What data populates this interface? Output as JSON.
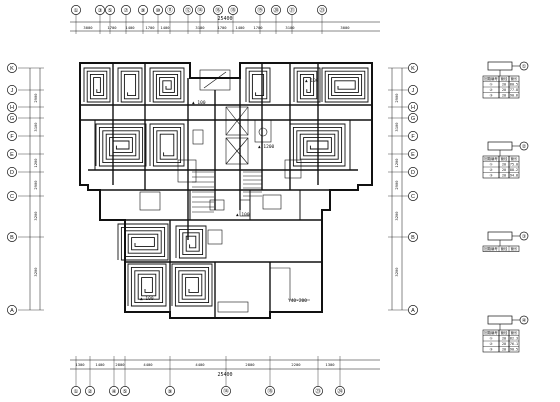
{
  "plan": {
    "top_total": "25400",
    "bottom_total": "25400",
    "top_axes": [
      "①",
      "③",
      "⑤",
      "⑦",
      "⑨",
      "⑩",
      "⑪",
      "⑫",
      "⑭",
      "⑯",
      "⑱",
      "⑲",
      "⑳",
      "㉑",
      "㉓"
    ],
    "bottom_axes": [
      "①",
      "②",
      "④",
      "⑤",
      "⑨",
      "⑭",
      "⑱",
      "㉓",
      "㉔"
    ],
    "row_axes": [
      "K",
      "J",
      "H",
      "G",
      "F",
      "E",
      "D",
      "C",
      "B",
      "A"
    ],
    "top_dims": [
      "3000",
      "1700",
      "1400",
      "1700",
      "1400",
      "3100",
      "1700",
      "1400",
      "1700",
      "3100",
      "3000"
    ],
    "bottom_dims": [
      "1300",
      "1400",
      "2800",
      "4400",
      "4400",
      "2800",
      "2200",
      "1300"
    ],
    "left_dims": [
      "2900",
      "3100",
      "1200",
      "2900",
      "3200",
      "3200"
    ],
    "right_dims": [
      "2900",
      "3100",
      "1200",
      "2900",
      "3200",
      "3200"
    ],
    "room_labels": [
      {
        "id": "r1",
        "text": "▲ 100"
      },
      {
        "id": "r2",
        "text": "▲ 100"
      },
      {
        "id": "r3",
        "text": "▲ 100"
      },
      {
        "id": "r4",
        "text": "▲ 100"
      },
      {
        "id": "r5",
        "text": "▲ 1200"
      },
      {
        "id": "r6",
        "text": "Y40-200"
      }
    ]
  },
  "legends": [
    {
      "number": "①",
      "headers": [
        "回路编号",
        "管径",
        "管长"
      ],
      "rows": [
        [
          "①",
          "20",
          "80.5"
        ],
        [
          "②",
          "20",
          "77.8"
        ],
        [
          "③",
          "20",
          "90.6"
        ]
      ]
    },
    {
      "number": "②",
      "headers": [
        "回路编号",
        "管径",
        "管长"
      ],
      "rows": [
        [
          "①",
          "20",
          "75.0"
        ],
        [
          "②",
          "20",
          "88.2"
        ],
        [
          "③",
          "20",
          "94.8"
        ]
      ]
    },
    {
      "number": "③",
      "headers": [
        "回路编号",
        "管径",
        "管长"
      ],
      "rows": []
    },
    {
      "number": "④",
      "headers": [
        "回路编号",
        "管径",
        "管长"
      ],
      "rows": [
        [
          "①",
          "20",
          "82.3"
        ],
        [
          "②",
          "20",
          "76.1"
        ],
        [
          "③",
          "20",
          "90.5"
        ]
      ]
    }
  ],
  "colors": {
    "line": "#111111",
    "background": "#ffffff"
  }
}
